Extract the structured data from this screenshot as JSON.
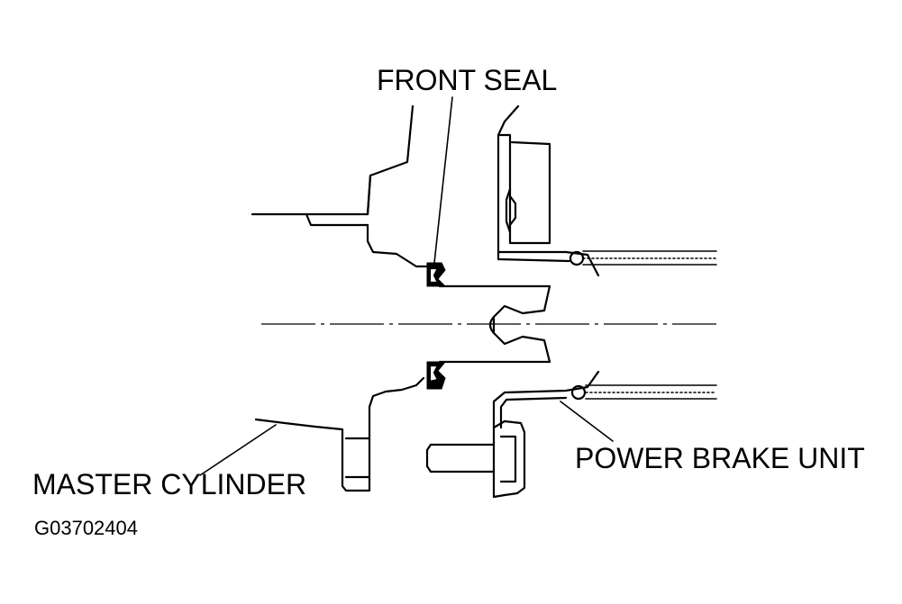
{
  "labels": {
    "front_seal": "FRONT SEAL",
    "power_brake_unit": "POWER BRAKE UNIT",
    "master_cylinder": "MASTER CYLINDER",
    "figure_code": "G03702404"
  }
}
